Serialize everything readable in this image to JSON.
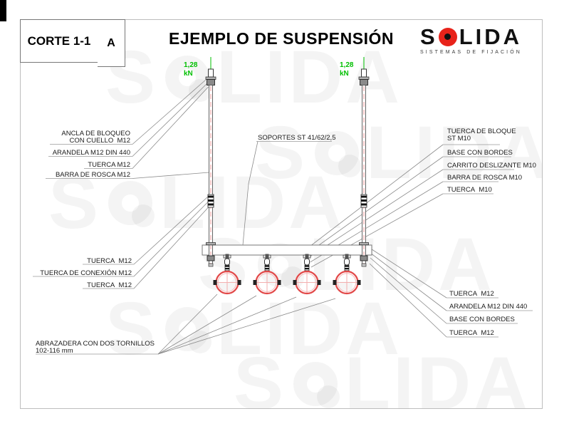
{
  "header": {
    "section_ref": "CORTE 1-1",
    "detail_ref": "A",
    "title": "EJEMPLO DE SUSPENSIÓN",
    "logo": {
      "letter_s": "S",
      "letters_rest": "LIDA",
      "tagline": "SISTEMAS DE FIJACIÓN",
      "brand_red": "#e8231a"
    }
  },
  "loads": {
    "left": {
      "value": "1,28",
      "unit": "kN"
    },
    "right": {
      "value": "1,28",
      "unit": "kN"
    },
    "color": "#00bf00"
  },
  "callouts": {
    "ancla_1": "ANCLA DE BLOQUEO",
    "ancla_2": "CON CUELLO  M12",
    "arandela_izq": "ARANDELA M12 DIN 440",
    "tuerca_izq": "TUERCA M12",
    "barra_izq": "BARRA DE ROSCA M12",
    "tuerca_sup": "TUERCA  M12",
    "conexion": "TUERCA DE CONEXIÓN M12",
    "tuerca_inf": "TUERCA  M12",
    "abrazadera_1": "ABRAZADERA CON DOS TORNILLOS",
    "abrazadera_2": "102-116 mm",
    "soportes": "SOPORTES ST 41/62/2,5",
    "bloque_1": "TUERCA DE BLOQUE",
    "bloque_2": "ST M10",
    "base_sup": "BASE CON BORDES",
    "carrito": "CARRITO DESLIZANTE M10",
    "barra_der": "BARRA DE ROSCA M10",
    "tuerca_m10": "TUERCA  M10",
    "tuerca_d1": "TUERCA  M12",
    "arandela_der": "ARANDELA M12 DIN 440",
    "base_inf": "BASE CON BORDES",
    "tuerca_d2": "TUERCA  M12"
  },
  "colors": {
    "clamp_red": "#e24848",
    "clamp_pink": "#f2a6a6",
    "rod_pink": "#eda6a6",
    "leader_gray": "#8a8a8a",
    "load_green": "#00bf00",
    "brand_red": "#e8231a"
  }
}
